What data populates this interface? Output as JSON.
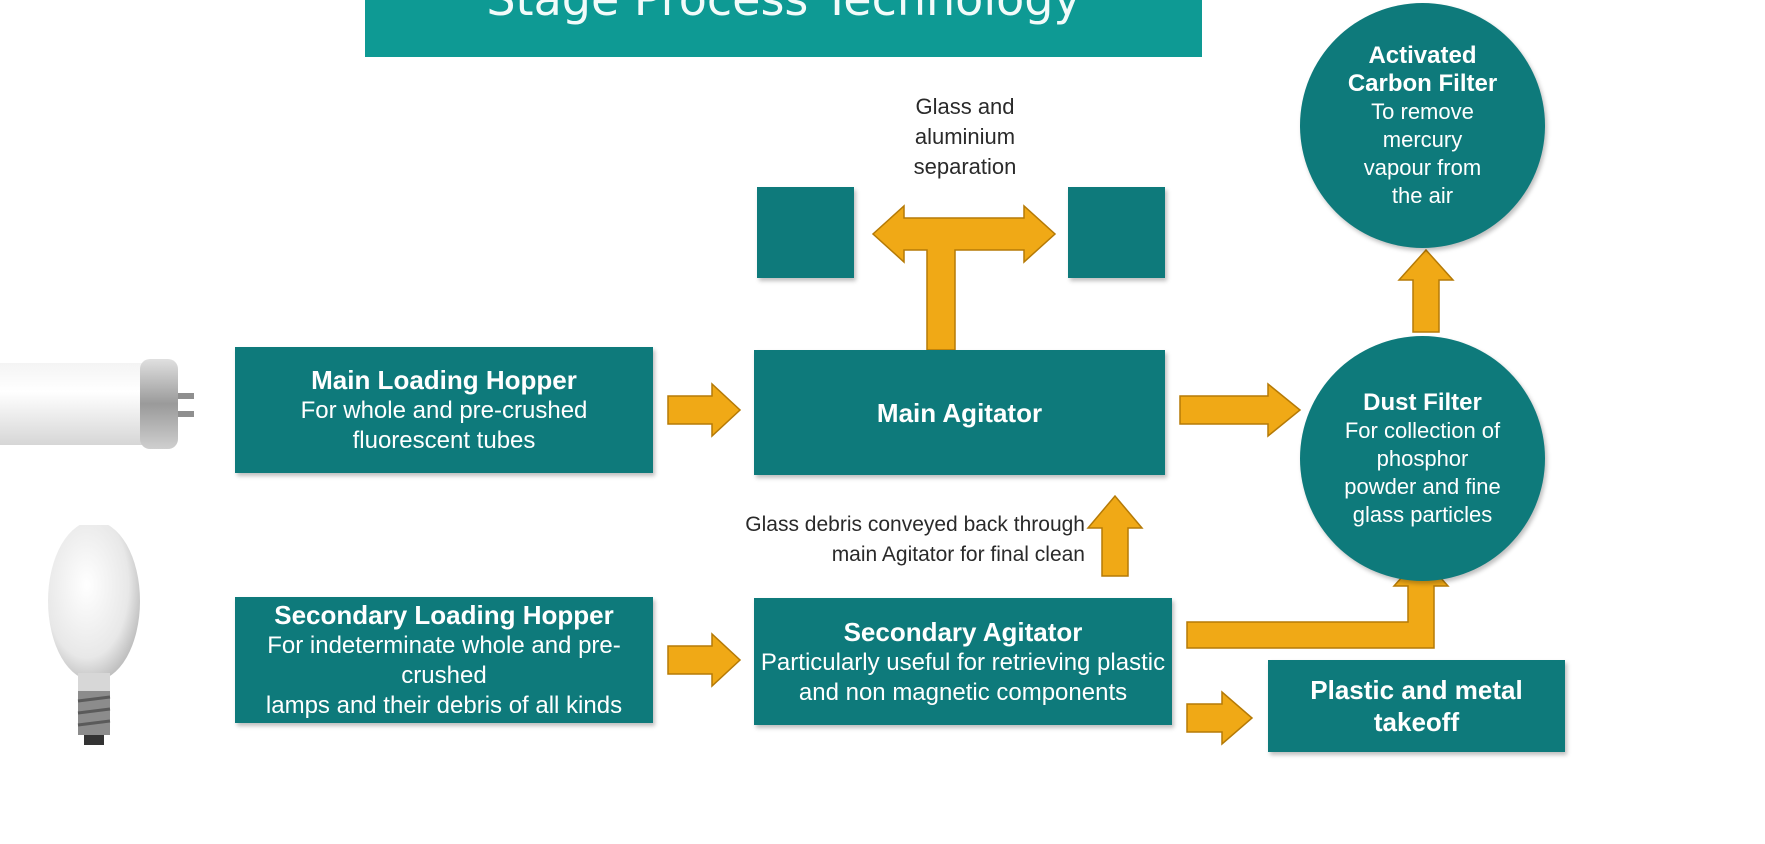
{
  "banner": {
    "title": "Stage Process Technology"
  },
  "nodes": {
    "main_hopper": {
      "title": "Main Loading Hopper",
      "desc": [
        "For whole and pre-crushed",
        "fluorescent tubes"
      ]
    },
    "main_agitator": {
      "title": "Main Agitator"
    },
    "dust_filter": {
      "title": "Dust Filter",
      "desc": [
        "For collection of",
        "phosphor",
        "powder and fine",
        "glass particles"
      ]
    },
    "carbon_filter": {
      "title": [
        "Activated",
        "Carbon Filter"
      ],
      "desc": [
        "To remove",
        "mercury",
        "vapour from",
        "the air"
      ]
    },
    "secondary_hopper": {
      "title": "Secondary Loading Hopper",
      "desc": [
        "For indeterminate whole and pre-crushed",
        "lamps and their debris of all kinds"
      ]
    },
    "secondary_agitator": {
      "title": "Secondary Agitator",
      "desc": [
        "Particularly useful for retrieving plastic",
        "and non magnetic components"
      ]
    },
    "takeoff": {
      "title": "Plastic and metal takeoff"
    }
  },
  "labels": {
    "separation": [
      "Glass and",
      "aluminium",
      "separation"
    ],
    "debris": [
      "Glass debris conveyed back through",
      "main Agitator for final clean"
    ]
  },
  "colors": {
    "box": "#0e7a7b",
    "banner": "#0e9a94",
    "arrow": "#f0a916",
    "arrow_edge": "#b57a06"
  }
}
